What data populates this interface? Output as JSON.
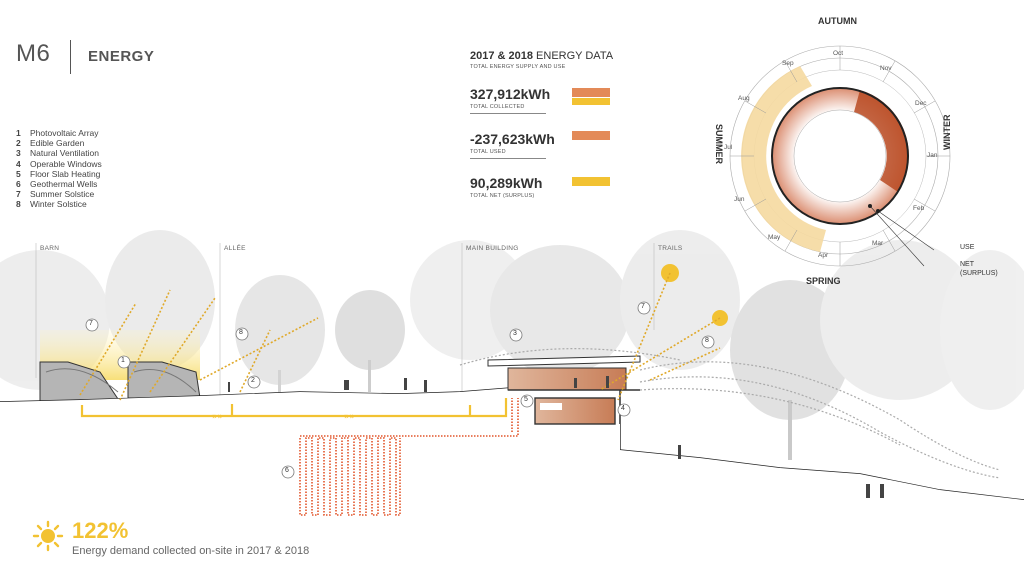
{
  "header": {
    "code": "M6",
    "title": "ENERGY"
  },
  "legend": [
    {
      "num": "1",
      "label": "Photovoltaic Array"
    },
    {
      "num": "2",
      "label": "Edible Garden"
    },
    {
      "num": "3",
      "label": "Natural Ventilation"
    },
    {
      "num": "4",
      "label": "Operable Windows"
    },
    {
      "num": "5",
      "label": "Floor Slab Heating"
    },
    {
      "num": "6",
      "label": "Geothermal Wells"
    },
    {
      "num": "7",
      "label": "Summer Solstice"
    },
    {
      "num": "8",
      "label": "Winter Solstice"
    }
  ],
  "energy": {
    "heading_bold": "2017 & 2018",
    "heading_rest": " ENERGY DATA",
    "subheading": "TOTAL ENERGY SUPPLY AND USE",
    "stats": [
      {
        "value": "327,912kWh",
        "label": "TOTAL COLLECTED",
        "swatch": "collected"
      },
      {
        "value": "-237,623kWh",
        "label": "TOTAL USED",
        "swatch": "used"
      },
      {
        "value": "90,289kWh",
        "label": "TOTAL NET (SURPLUS)",
        "swatch": "net"
      }
    ]
  },
  "colors": {
    "yellow": "#f2c232",
    "orange": "#e38a58",
    "rust": "#c9552a",
    "light": "#f5d9a0",
    "red_dotted": "#e2552a"
  },
  "sections": {
    "barn": "BARN",
    "allee": "ALLÉE",
    "main": "MAIN BUILDING",
    "trails": "TRAILS"
  },
  "callouts": [
    "7",
    "1",
    "8",
    "2",
    "3",
    "5",
    "7",
    "8",
    "4",
    "6"
  ],
  "wheel": {
    "seasons": {
      "autumn": "AUTUMN",
      "winter": "WINTER",
      "spring": "SPRING",
      "summer": "SUMMER"
    },
    "months": [
      "Oct",
      "Nov",
      "Dec",
      "Jan",
      "Feb",
      "Mar",
      "Apr",
      "May",
      "Jun",
      "Jul",
      "Aug",
      "Sep"
    ],
    "key_use": "USE",
    "key_net_1": "NET",
    "key_net_2": "(SURPLUS)"
  },
  "footer": {
    "percent": "122%",
    "description": "Energy demand collected on-site in 2017 & 2018"
  }
}
